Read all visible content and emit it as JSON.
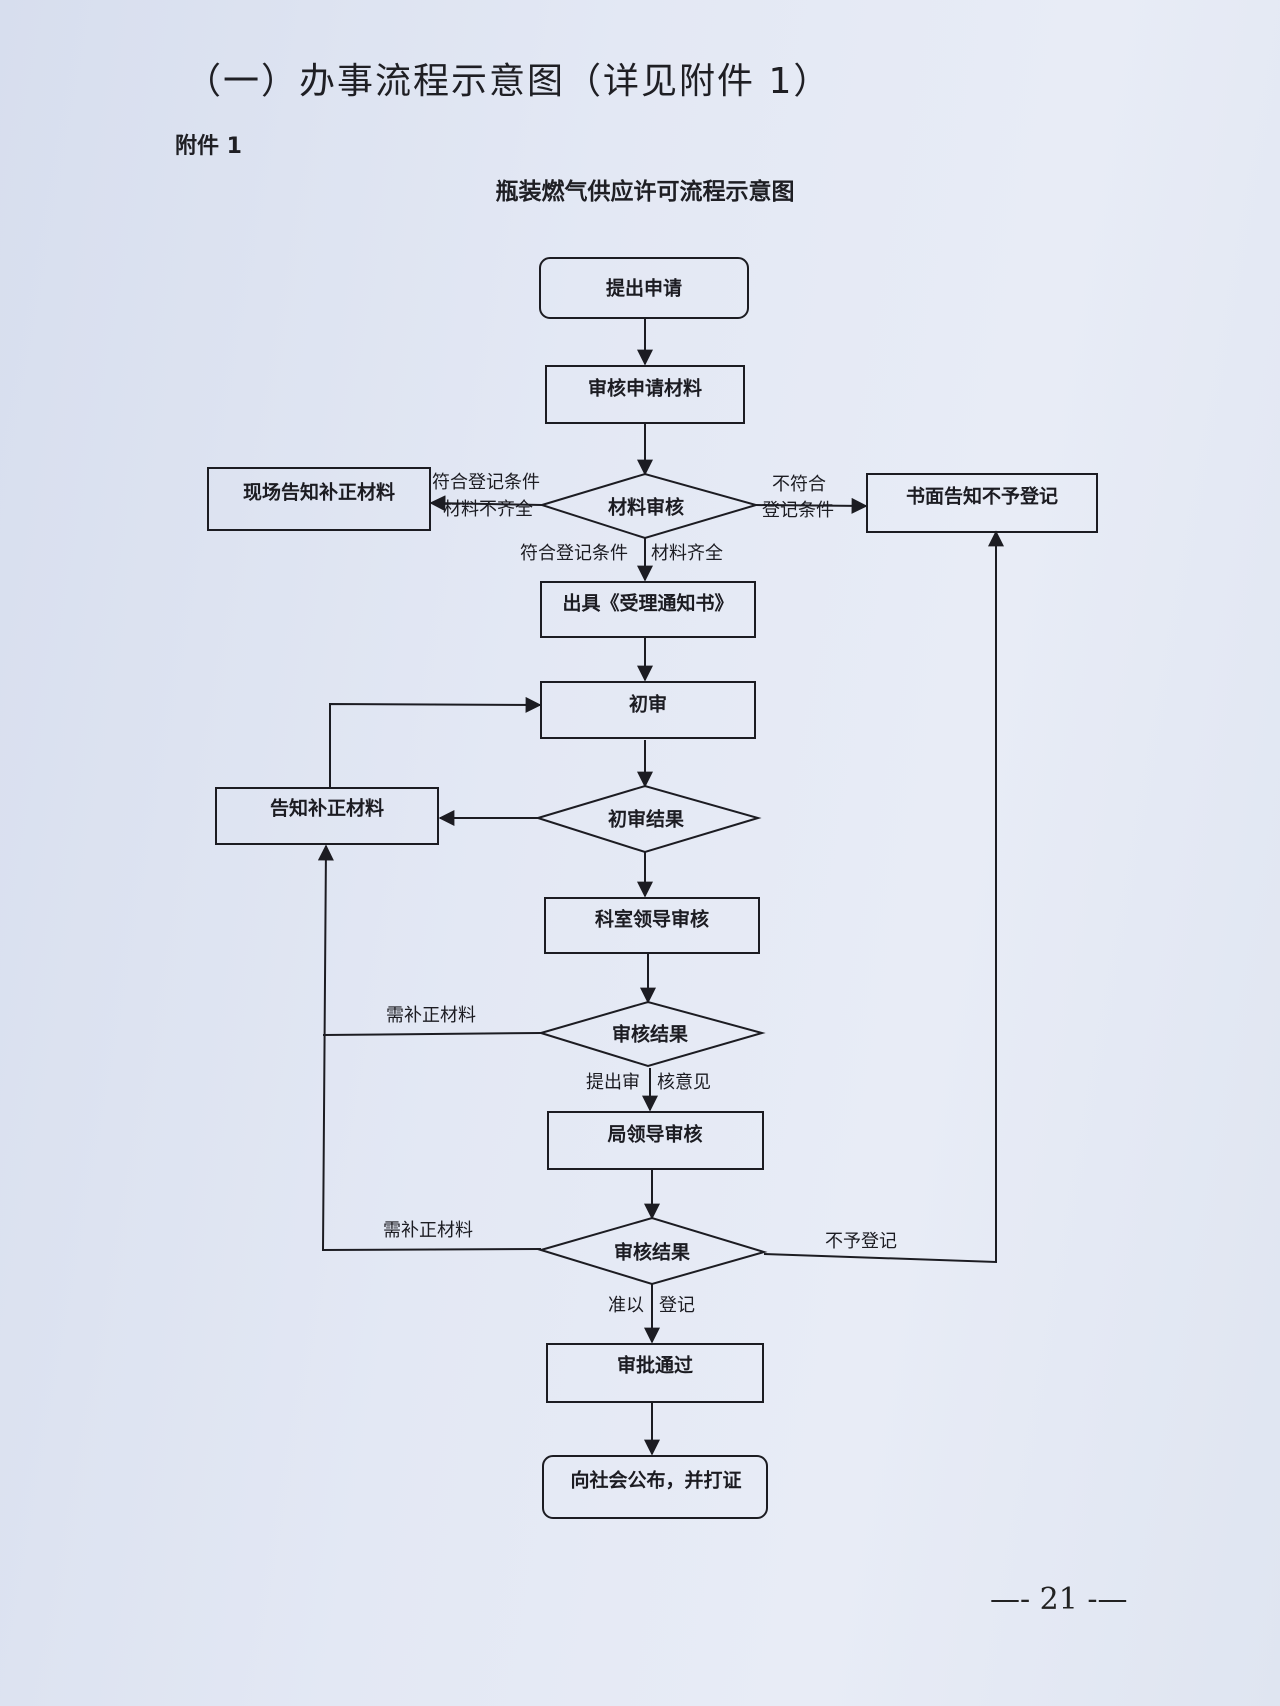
{
  "heading": "（一）办事流程示意图（详见附件 1）",
  "attachment_label": "附件 1",
  "diagram_title": "瓶装燃气供应许可流程示意图",
  "page_number": "—- 21 -—",
  "colors": {
    "paper": "#e3e8f4",
    "ink": "#1c1c22"
  },
  "nodes": {
    "submit": "提出申请",
    "review_materials": "审核申请材料",
    "material_check": "材料审核",
    "onsite_notice": "现场告知补正材料",
    "written_refusal": "书面告知不予登记",
    "acceptance_notice": "出具《受理通知书》",
    "initial_review": "初审",
    "initial_result": "初审结果",
    "notify_supplement": "告知补正材料",
    "section_review": "科室领导审核",
    "section_result": "审核结果",
    "bureau_review": "局领导审核",
    "bureau_result": "审核结果",
    "approved": "审批通过",
    "publish": "向社会公布，并打证"
  },
  "edges": {
    "left_cond_line1": "符合登记条件",
    "left_cond_line2": "材料不齐全",
    "right_cond_line1": "不符合",
    "right_cond_line2": "登记条件",
    "down_cond_left": "符合登记条件",
    "down_cond_right": "材料齐全",
    "section_supplement": "需补正材料",
    "section_opinion_left": "提出审",
    "section_opinion_right": "核意见",
    "bureau_supplement": "需补正材料",
    "bureau_refuse": "不予登记",
    "approve_left": "准以",
    "approve_right": "登记"
  }
}
